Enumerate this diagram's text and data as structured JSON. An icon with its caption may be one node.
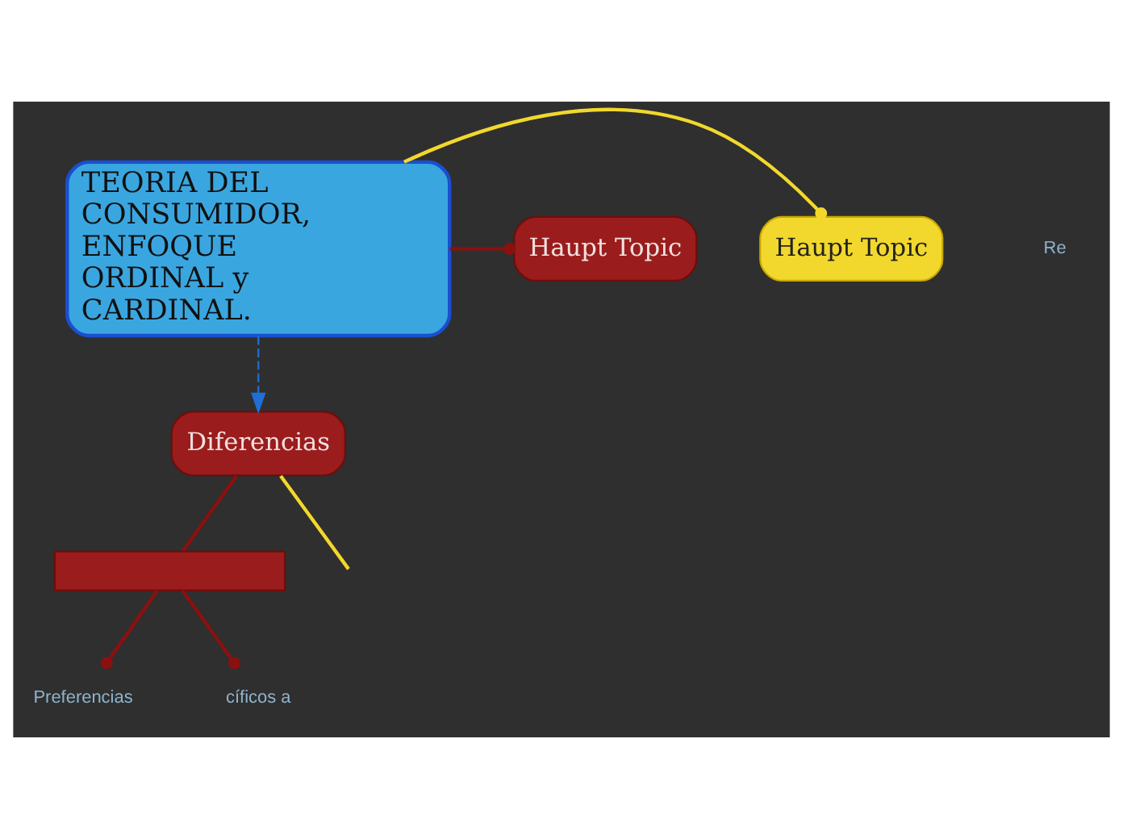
{
  "diagram": {
    "nodes": [
      {
        "text": [
          "TEORIA DEL CONSUMIDOR, ENFOQUE ORDINAL y CARDINAL."
        ]
      },
      {
        "text": [
          "Haupt Topic"
        ]
      },
      {
        "text": [
          "Haupt Topic"
        ]
      },
      {
        "text": [
          "Diferencias"
        ]
      },
      {
        "text": [
          "Preferencias"
        ]
      },
      {
        "text": [
          "cíficos a"
        ]
      },
      {
        "text": [],
        "shape": "box"
      }
    ],
    "edges": [
      {
        "from": 0,
        "to": 1,
        "arrow": "other",
        "color": "#f2d82c"
      },
      {
        "from": 0,
        "to": 2,
        "arrow": "other"
      },
      {
        "from": 0,
        "to": 3,
        "arrow": "to",
        "style": "dashed",
        "color": "#1f6fd6"
      },
      {
        "from": 3,
        "to": 6,
        "arrow": "none"
      },
      {
        "from": 3,
        "to": null,
        "arrow": "none",
        "color": "#f2d82c"
      },
      {
        "from": 6,
        "to": 4,
        "arrow": "other"
      },
      {
        "from": 6,
        "to": 5,
        "arrow": "other"
      }
    ],
    "labels": [
      "Re"
    ]
  }
}
